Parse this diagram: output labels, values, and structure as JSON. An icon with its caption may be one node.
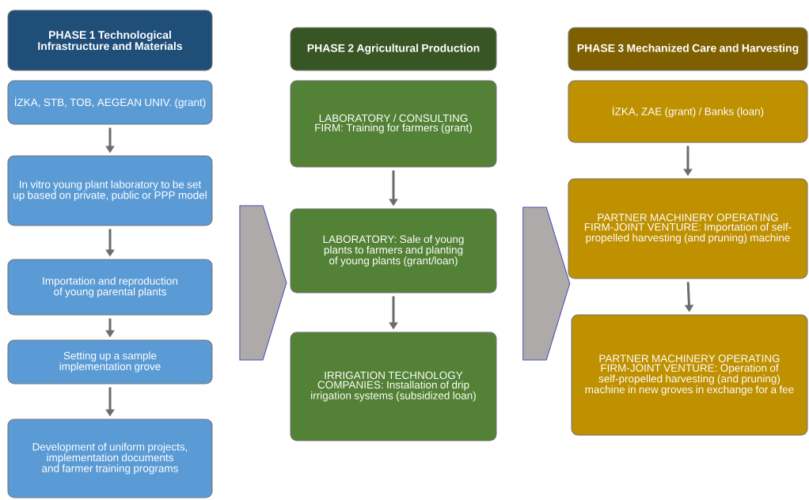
{
  "diagram": {
    "nodes": [
      {
        "text": [
          "PHASE 1 Technological Infrastructure and Materials"
        ]
      },
      {
        "text": [
          "İZKA, STB, TOB, AEGEAN UNIV. (grant)"
        ]
      },
      {
        "text": [
          "In vitro young plant laboratory to be set up based on private, public or PPP model"
        ]
      },
      {
        "text": [
          "Importation and reproduction of young parental plants"
        ]
      },
      {
        "text": [
          "Setting up a sample implementation grove"
        ]
      },
      {
        "text": [
          "Development of uniform projects, implementation documents and farmer training programs"
        ]
      },
      {
        "text": [
          "PHASE 2 Agricultural Production"
        ]
      },
      {
        "text": [
          "LABORATORY / CONSULTING FIRM: Training for farmers (grant)"
        ]
      },
      {
        "text": [
          "LABORATORY: Sale of young plants to farmers and planting of young plants (grant/loan)"
        ]
      },
      {
        "text": [
          "IRRIGATION TECHNOLOGY COMPANIES: Installation of drip irrigation systems (subsidized loan)"
        ]
      },
      {
        "text": [
          "PHASE 3 Mechanized Care and Harvesting"
        ]
      },
      {
        "text": [
          "İZKA, ZAE (grant) / Banks (loan)"
        ]
      },
      {
        "text": [
          "PARTNER MACHINERY OPERATING FIRM-JOINT VENTURE: Importation of self-propelled harvesting (and pruning) machine"
        ]
      },
      {
        "text": [
          "PARTNER MACHINERY OPERATING FIRM-JOINT VENTURE: Operation of self-propelled harvesting (and pruning) machine in new groves in exchange for a fee"
        ]
      },
      {
        "text": [],
        "shape": "chevron"
      },
      {
        "text": [],
        "shape": "chevron"
      }
    ],
    "edges": [
      {
        "from": 1,
        "to": 2,
        "arrow": "to"
      },
      {
        "from": 2,
        "to": 3,
        "arrow": "to"
      },
      {
        "from": 3,
        "to": 4,
        "arrow": "to"
      },
      {
        "from": 4,
        "to": 5,
        "arrow": "to"
      },
      {
        "from": 7,
        "to": 8,
        "arrow": "to"
      },
      {
        "from": 8,
        "to": 9,
        "arrow": "to"
      },
      {
        "from": 11,
        "to": 12,
        "arrow": "to"
      },
      {
        "from": 12,
        "to": 13,
        "arrow": "to"
      }
    ]
  }
}
